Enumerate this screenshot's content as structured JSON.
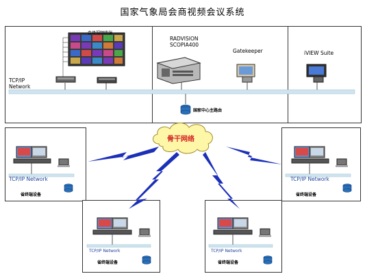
{
  "title": "国家气象局会商视频会议系统",
  "hq": {
    "radvision_line1": "RADVISION",
    "radvision_line2": "SCOPIA400",
    "gatekeeper": "Gatekeeper",
    "iview": "iVIEW Suite",
    "network_line1": "TCP/IP",
    "network_line2": "Network",
    "core_router": "国家中心主路由",
    "small_label": "会场视频终端"
  },
  "backbone": "骨干网络",
  "sites": [
    {
      "network": "TCP/IP Network",
      "label": "省终端设备"
    },
    {
      "network": "TCP/IP Network",
      "label": "省终端设备"
    },
    {
      "network": "TCP/IP Network",
      "label": "省终端设备"
    },
    {
      "network": "TCP/IP Network",
      "label": "省终端设备"
    }
  ],
  "colors": {
    "network_bar": "#cfe4ee",
    "lightning": "#1b2fb8",
    "cloud": "#fff7a8",
    "cloud_text": "#d42020",
    "router": "#2a6fb8"
  }
}
